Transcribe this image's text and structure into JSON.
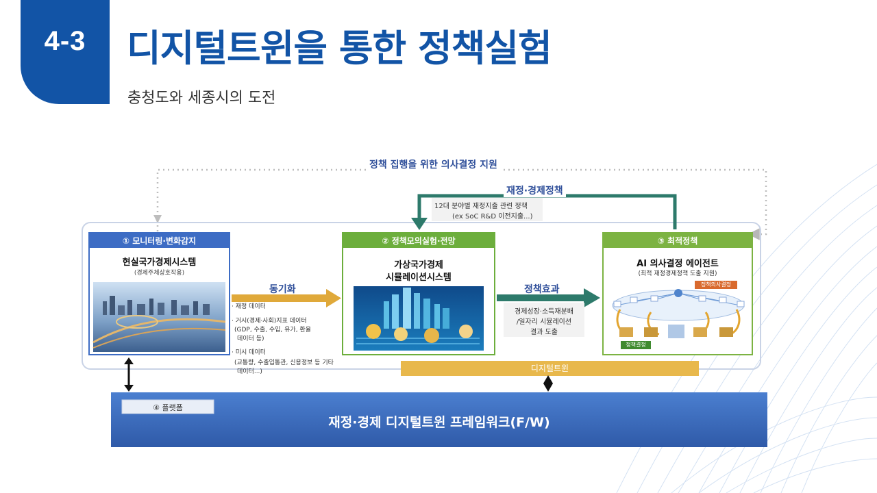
{
  "header": {
    "section_number": "4-3",
    "title": "디지털트윈을 통한 정책실험",
    "subtitle": "충청도와 세종시의 도전"
  },
  "diagram": {
    "loop_label": "정책 집행을 위한 의사결정 지원",
    "feedback_label": "재정·경제정책",
    "feedback_note_1": "12대 분야별 재정지출 관련 정책",
    "feedback_note_2": "(ex SoC R&D 이전지출...)",
    "box1": {
      "header": "① 모니터링·변화감지",
      "title": "현실국가경제시스템",
      "caption": "(경제주체상호작용)"
    },
    "arrow1_label": "동기화",
    "data_list": {
      "item1": "· 재정 데이터",
      "item2": "· 거시(경제·사회)지표 데이터",
      "item2_sub1": "(GDP, 수출, 수입, 유가, 환율",
      "item2_sub2": "데이터 등)",
      "item3": "· 미시 데이터",
      "item3_sub1": "(교통량, 수출입통관, 신용정보 등 기타",
      "item3_sub2": "데이터...)"
    },
    "box2": {
      "header": "② 정책모의실험·전망",
      "title_line1": "가상국가경제",
      "title_line2": "시뮬레이션시스템"
    },
    "arrow2_label": "정책효과",
    "effect_line1": "경제성장·소득재분배",
    "effect_line2": "/일자리 시뮬레이션",
    "effect_line3": "결과 도출",
    "box3": {
      "header": "③ 최적정책",
      "title": "AI 의사결정 에이전트",
      "caption": "(최적 재정경제정책 도출 지원)",
      "tag_top": "정책의사결정",
      "tag_bottom": "정책결정"
    },
    "digital_twin_bar": "디지털트윈",
    "platform_label": "④ 플랫폼",
    "framework_label": "재정·경제 디지털트윈 프레임워크(F/W)"
  },
  "colors": {
    "brand_blue": "#1254a6",
    "box1_header": "#3d6cc4",
    "box2_header": "#6cae3c",
    "box3_header": "#7cb342",
    "sync_arrow": "#e0a93a",
    "effect_arrow": "#2d7a6b",
    "feedback_arrow": "#2d7a6b",
    "twin_bar": "#e8b84c",
    "framework_bar": "#3f6fc0"
  }
}
